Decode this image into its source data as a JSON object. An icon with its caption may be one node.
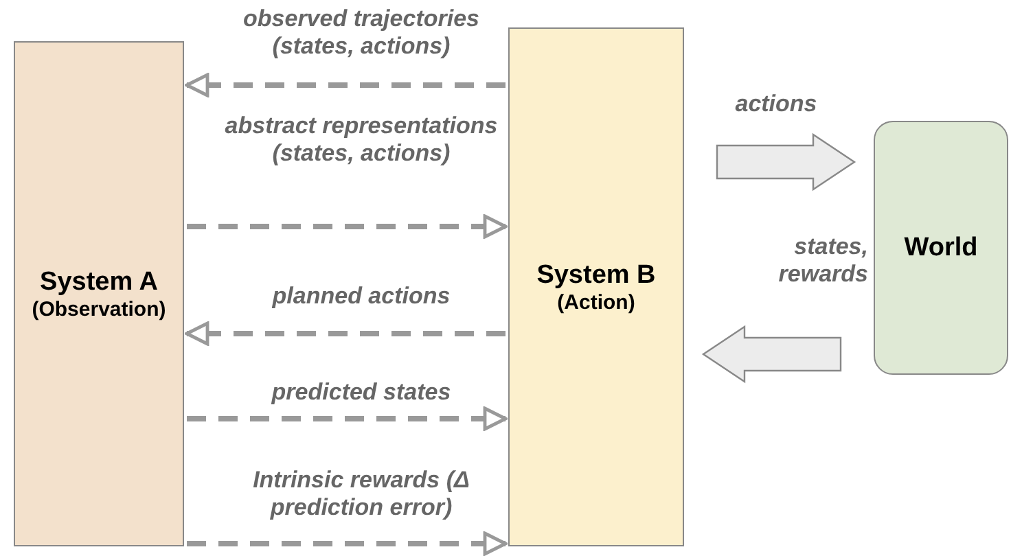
{
  "diagram": {
    "nodes": [
      {
        "text": [
          "System A",
          "(Observation)"
        ]
      },
      {
        "text": [
          "System B",
          "(Action)"
        ]
      },
      {
        "text": [
          "World"
        ]
      }
    ],
    "edges": [
      {
        "from": 1,
        "to": 0,
        "arrow": "to",
        "label": "observed trajectories (states, actions)",
        "style": "dashed"
      },
      {
        "from": 0,
        "to": 1,
        "arrow": "to",
        "label": "abstract representations (states, actions)",
        "style": "dashed"
      },
      {
        "from": 1,
        "to": 0,
        "arrow": "to",
        "label": "planned actions",
        "style": "dashed"
      },
      {
        "from": 0,
        "to": 1,
        "arrow": "to",
        "label": "predicted states",
        "style": "dashed"
      },
      {
        "from": 0,
        "to": 1,
        "arrow": "to",
        "label": "Intrinsic rewards (Δ prediction error)",
        "style": "dashed"
      },
      {
        "from": 1,
        "to": 2,
        "arrow": "to",
        "label": "actions",
        "style": "thick"
      },
      {
        "from": 2,
        "to": 1,
        "arrow": "to",
        "label": "states, rewards",
        "style": "thick"
      }
    ]
  }
}
